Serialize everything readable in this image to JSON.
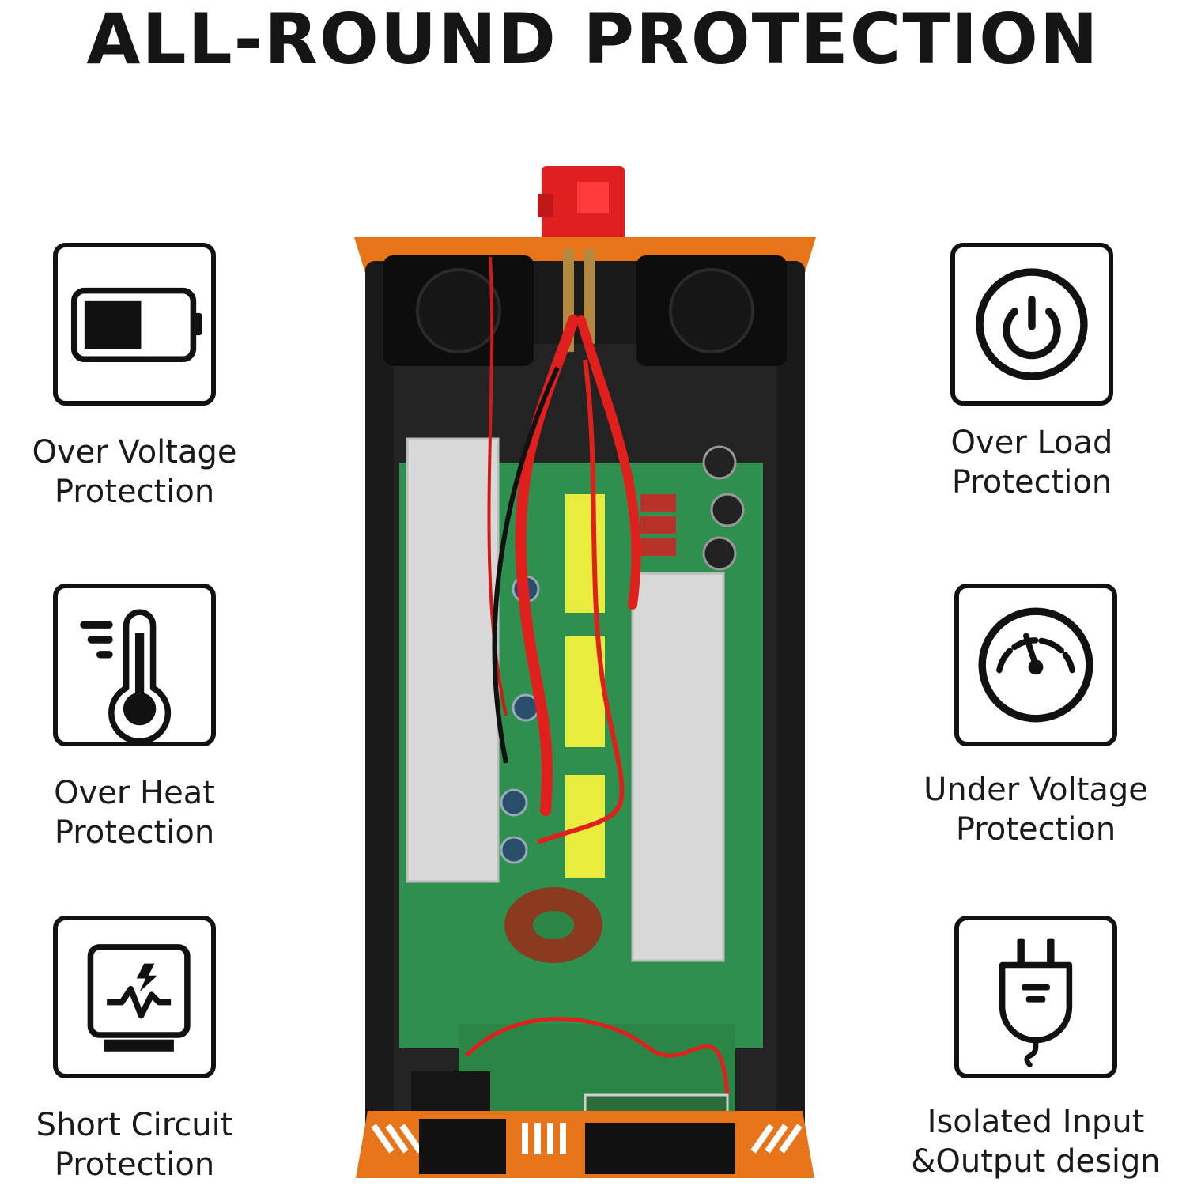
{
  "page": {
    "title": "ALL-ROUND PROTECTION"
  },
  "features": {
    "over_voltage": {
      "line1": "Over Voltage",
      "line2": "Protection",
      "icon": "battery-icon"
    },
    "over_heat": {
      "line1": "Over Heat",
      "line2": "Protection",
      "icon": "thermometer-icon"
    },
    "short_circuit": {
      "line1": "Short Circuit",
      "line2": "Protection",
      "icon": "monitor-spark-icon"
    },
    "over_load": {
      "line1": "Over Load",
      "line2": "Protection",
      "icon": "power-icon"
    },
    "under_voltage": {
      "line1": "Under Voltage",
      "line2": "Protection",
      "icon": "gauge-icon"
    },
    "isolated": {
      "line1": "Isolated Input",
      "line2": "&Output design",
      "icon": "plug-icon"
    }
  },
  "colors": {
    "accent_orange": "#e8741a",
    "pcb_green": "#2f8f4e",
    "heatsink": "#d8d8d8",
    "wire_red": "#e0201c",
    "icon_stroke": "#111111"
  }
}
